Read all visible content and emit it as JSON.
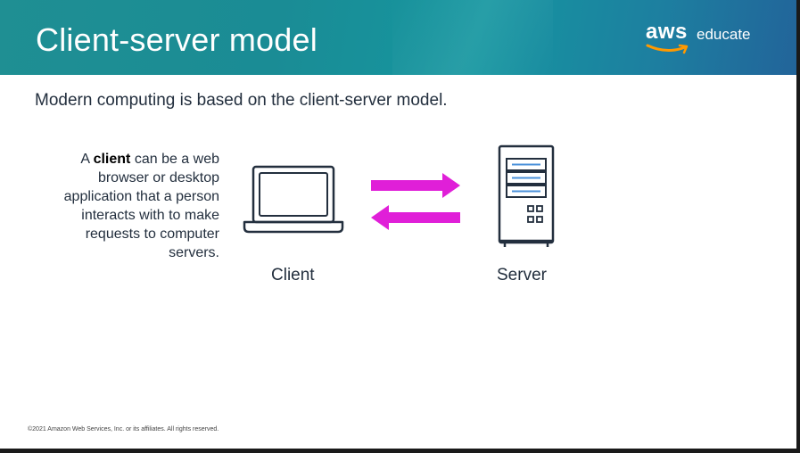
{
  "slide": {
    "title": "Client-server model",
    "logo": {
      "wordmark": "aws",
      "suffix": "educate"
    },
    "subtitle": "Modern computing is based on the client-server model.",
    "description": {
      "prefix": "A ",
      "bold": "client",
      "suffix": " can be a web browser or desktop application that a person interacts with to make requests to computer servers."
    },
    "diagram": {
      "client_label": "Client",
      "server_label": "Server",
      "client_icon": "laptop-icon",
      "server_icon": "server-tower-icon",
      "arrow_color": "#e01fd8"
    },
    "footer": "©2021 Amazon Web Services, Inc. or its affiliates. All rights reserved."
  },
  "colors": {
    "header_start": "#1f8f93",
    "header_end": "#22649a",
    "text_dark": "#232f3e",
    "icon_stroke": "#232f3e",
    "server_accent": "#4a90d9",
    "aws_smile": "#ff9900"
  }
}
